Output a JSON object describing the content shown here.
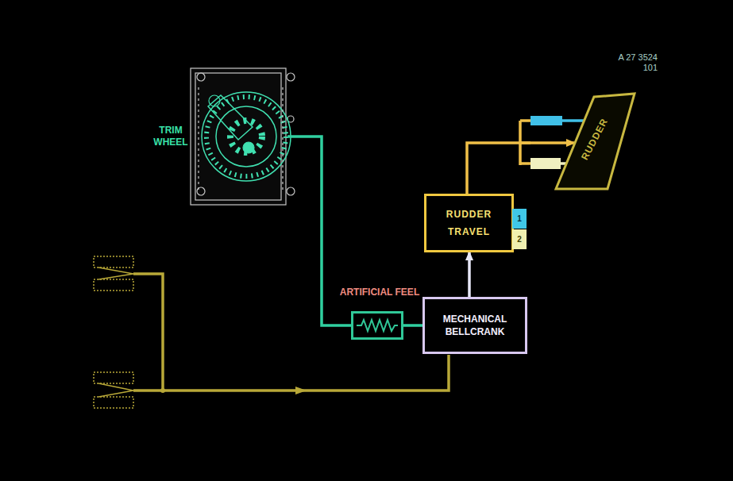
{
  "diagram": {
    "nodes": [
      {
        "text": [
          "TRIM WHEEL"
        ]
      },
      {
        "text": [
          "ARTIFICIAL FEEL"
        ]
      },
      {
        "text": [
          "MECHANICAL BELLCRANK"
        ]
      },
      {
        "text": [
          "RUDDER TRAVEL"
        ]
      },
      {
        "text": [
          "1"
        ]
      },
      {
        "text": [
          "2"
        ]
      },
      {
        "text": [
          "RUDDER"
        ]
      }
    ],
    "edges": [
      {
        "from": 0,
        "to": 1,
        "arrow": "none"
      },
      {
        "from": 1,
        "to": 2,
        "arrow": "none"
      },
      {
        "from": 2,
        "to": 3,
        "arrow": "to"
      },
      {
        "from": 3,
        "to": 6,
        "arrow": "to"
      }
    ],
    "labels": [
      "A 27 3524",
      "101"
    ]
  }
}
